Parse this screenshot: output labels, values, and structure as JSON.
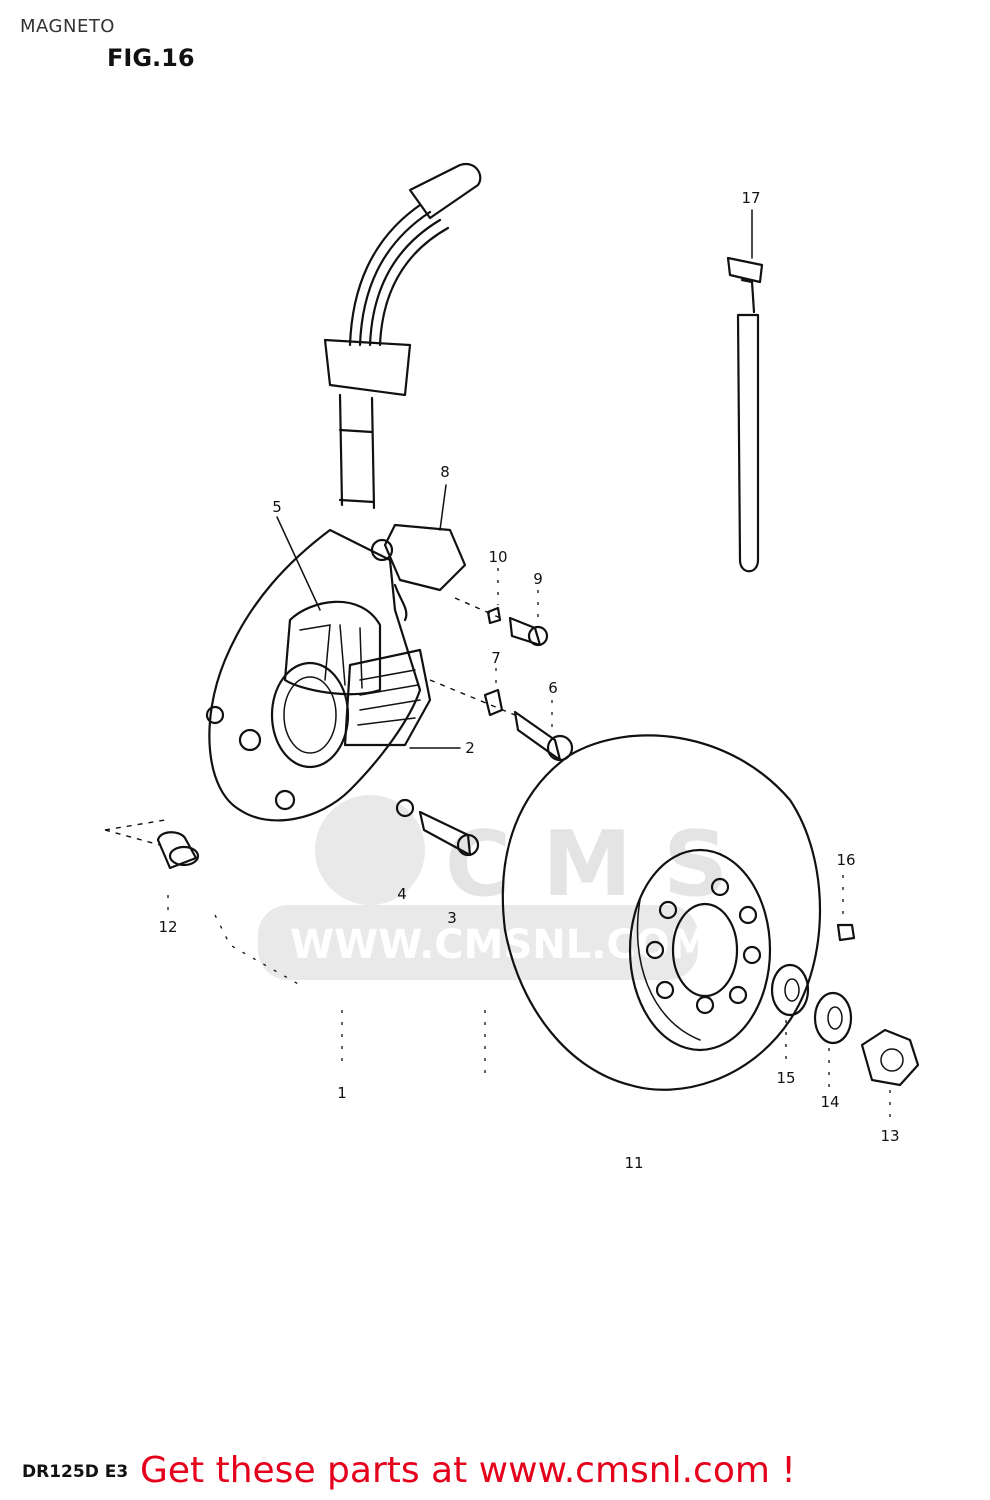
{
  "header": {
    "title": "MAGNETO",
    "figure": "FIG.16"
  },
  "footer": {
    "model": "DR125D  E3",
    "promo": "Get these parts at www.cmsnl.com !"
  },
  "watermark": {
    "logo_text": "CMS",
    "url_text": "WWW.CMSNL.COM",
    "color": "#e6e6e6"
  },
  "callouts": [
    "1",
    "2",
    "3",
    "4",
    "5",
    "6",
    "7",
    "8",
    "9",
    "10",
    "11",
    "12",
    "13",
    "14",
    "15",
    "16",
    "17"
  ],
  "colors": {
    "ink": "#111111",
    "promo": "#e5001c",
    "background": "#ffffff"
  }
}
